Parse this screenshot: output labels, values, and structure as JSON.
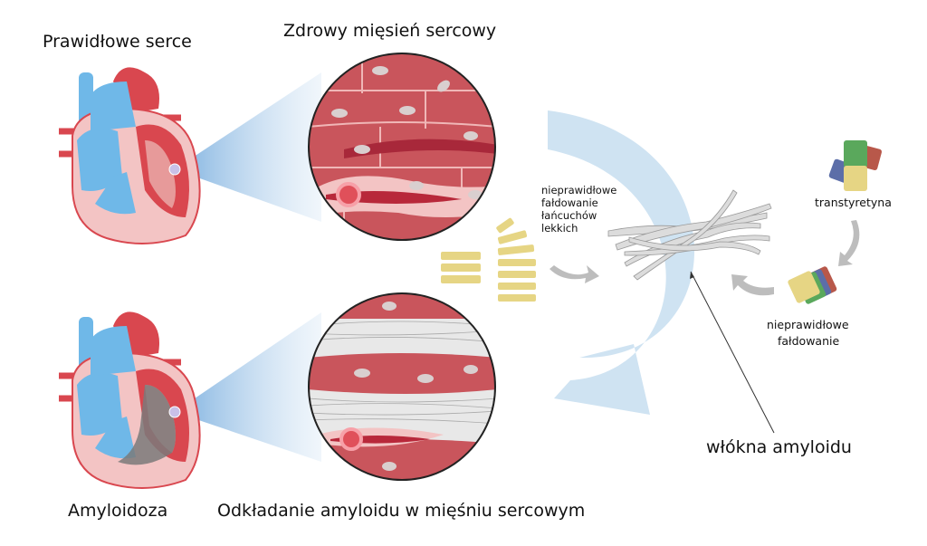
{
  "labels": {
    "healthy_heart": "Prawidłowe serce",
    "healthy_muscle": "Zdrowy mięsień sercowy",
    "amyloidosis": "Amyloidoza",
    "amyloid_deposit": "Odkładanie amyloidu w mięśniu sercowym",
    "light_chain_misfold": [
      "nieprawidłowe",
      "fałdowanie",
      "łańcuchów",
      "lekkich"
    ],
    "transthyretin": "transtyretyna",
    "misfolding": [
      "nieprawidłowe",
      "fałdowanie"
    ],
    "amyloid_fibrils": "włókna amyloidu"
  },
  "colors": {
    "heart_red": "#d9474f",
    "vessel_blue": "#6fb8e8",
    "muscle": "#c9555c",
    "arrow_blue": "#cfe3f2",
    "fibril_gray": "#d8d8d8",
    "chain_yellow": "#e6d584",
    "ttr_green": "#5aa85c",
    "ttr_red": "#b8584a",
    "ttr_blue": "#5c6ea8"
  }
}
